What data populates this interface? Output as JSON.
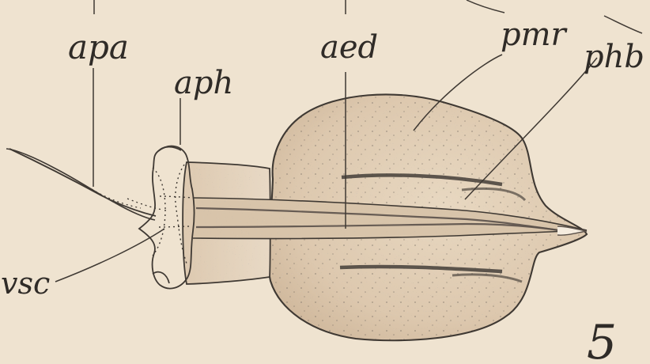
{
  "labels": {
    "apa": "apa",
    "aph": "aph",
    "aed": "aed",
    "pmr": "pmr",
    "phb": "phb",
    "vsc": "vsc"
  },
  "figure_number": "5"
}
